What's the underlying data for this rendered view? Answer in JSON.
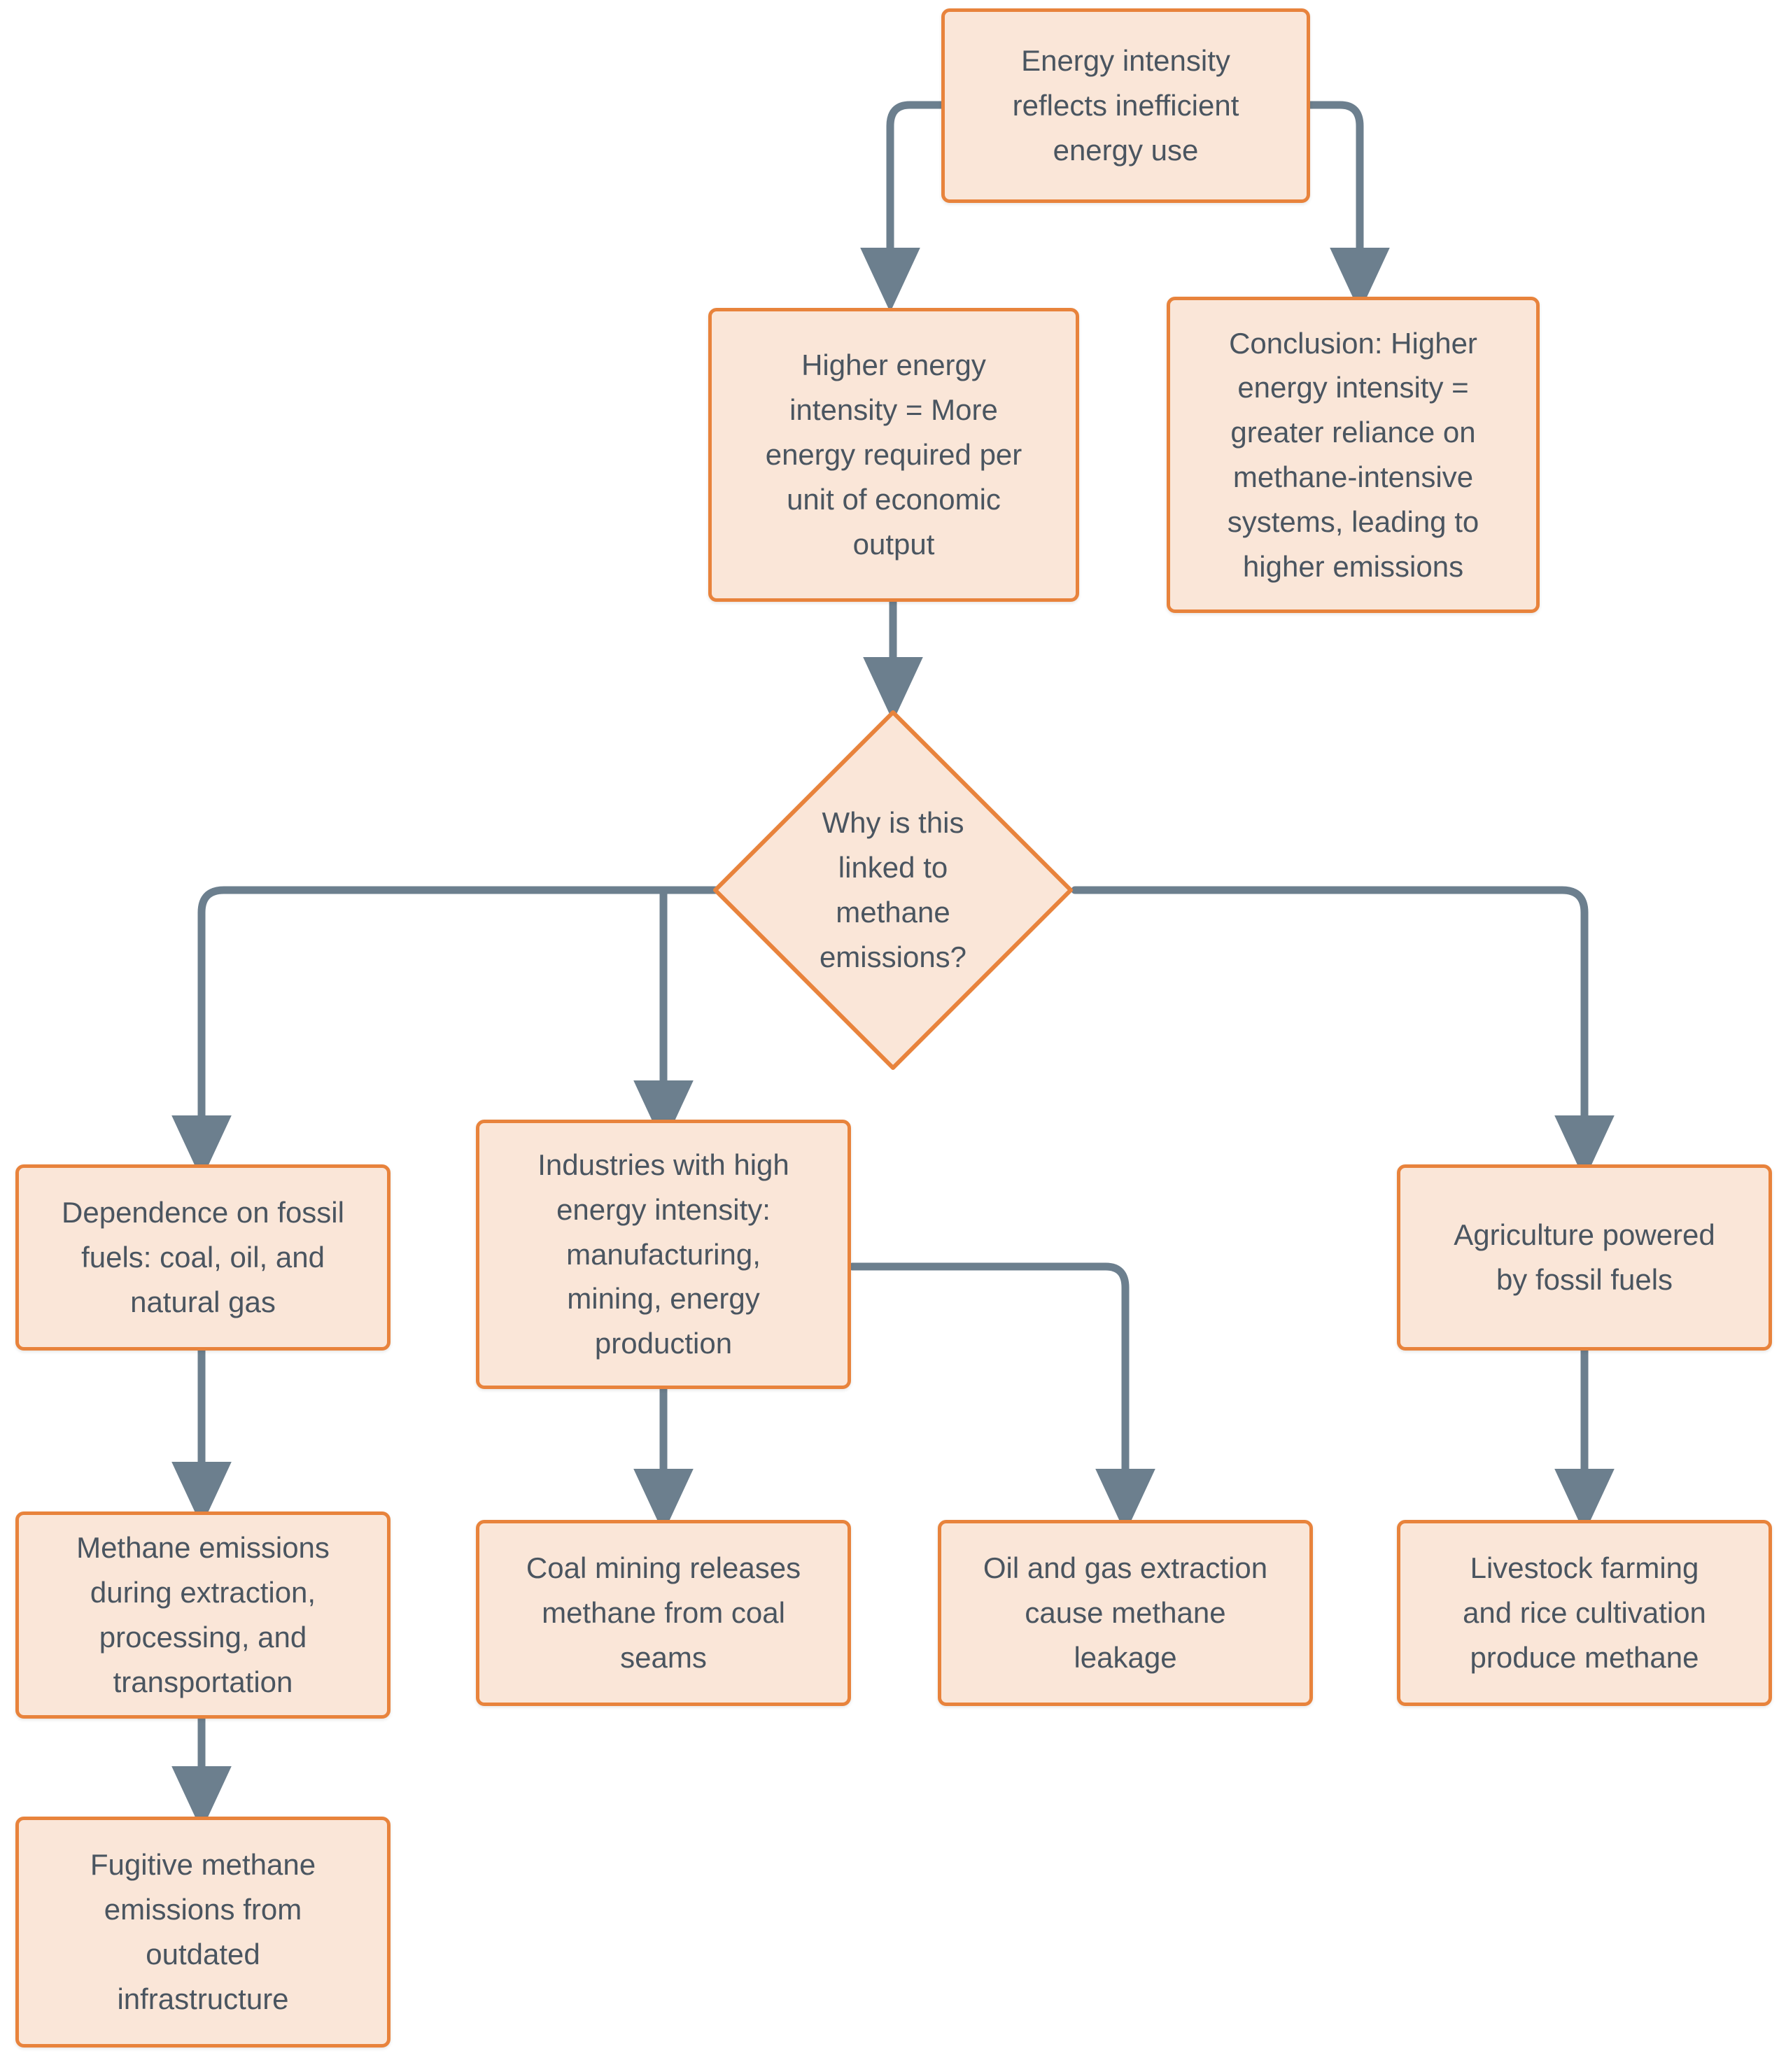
{
  "diagram": {
    "type": "flowchart",
    "title": "Energy intensity and methane emissions flowchart",
    "colors": {
      "node_fill": "#fae6d8",
      "node_border": "#e8833c",
      "edge": "#6c7f8e",
      "text": "#4a5560",
      "background": "#ffffff"
    },
    "nodes": [
      {
        "id": "n1",
        "shape": "rounded-rectangle",
        "label": "Energy intensity\nreflects inefficient\nenergy use"
      },
      {
        "id": "n2",
        "shape": "rounded-rectangle",
        "label": "Higher energy\nintensity = More\nenergy required per\nunit of economic\noutput"
      },
      {
        "id": "n3",
        "shape": "rounded-rectangle",
        "label": "Conclusion: Higher\nenergy intensity =\ngreater reliance on\nmethane-intensive\nsystems, leading to\nhigher emissions"
      },
      {
        "id": "n4",
        "shape": "diamond",
        "label": "Why is this\nlinked to\nmethane\nemissions?"
      },
      {
        "id": "n5",
        "shape": "rounded-rectangle",
        "label": "Dependence on fossil\nfuels: coal, oil, and\nnatural gas"
      },
      {
        "id": "n6",
        "shape": "rounded-rectangle",
        "label": "Industries with high\nenergy intensity:\nmanufacturing,\nmining, energy\nproduction"
      },
      {
        "id": "n7",
        "shape": "rounded-rectangle",
        "label": "Agriculture powered\nby fossil fuels"
      },
      {
        "id": "n8",
        "shape": "rounded-rectangle",
        "label": "Methane emissions\nduring extraction,\nprocessing, and\ntransportation"
      },
      {
        "id": "n9",
        "shape": "rounded-rectangle",
        "label": "Coal mining releases\nmethane from coal\nseams"
      },
      {
        "id": "n10",
        "shape": "rounded-rectangle",
        "label": "Oil and gas extraction\ncause methane\nleakage"
      },
      {
        "id": "n11",
        "shape": "rounded-rectangle",
        "label": "Livestock farming\nand rice cultivation\nproduce methane"
      },
      {
        "id": "n12",
        "shape": "rounded-rectangle",
        "label": "Fugitive methane\nemissions from\noutdated\ninfrastructure"
      }
    ],
    "edges": [
      {
        "from": "n1",
        "to": "n2",
        "style": "elbow-arrow"
      },
      {
        "from": "n1",
        "to": "n3",
        "style": "elbow-arrow"
      },
      {
        "from": "n2",
        "to": "n4",
        "style": "straight-arrow"
      },
      {
        "from": "n4",
        "to": "n5",
        "style": "elbow-arrow"
      },
      {
        "from": "n4",
        "to": "n6",
        "style": "elbow-arrow"
      },
      {
        "from": "n4",
        "to": "n7",
        "style": "elbow-arrow"
      },
      {
        "from": "n5",
        "to": "n8",
        "style": "straight-arrow"
      },
      {
        "from": "n6",
        "to": "n9",
        "style": "straight-arrow"
      },
      {
        "from": "n6",
        "to": "n10",
        "style": "elbow-arrow"
      },
      {
        "from": "n7",
        "to": "n11",
        "style": "straight-arrow"
      },
      {
        "from": "n8",
        "to": "n12",
        "style": "straight-arrow"
      }
    ]
  }
}
